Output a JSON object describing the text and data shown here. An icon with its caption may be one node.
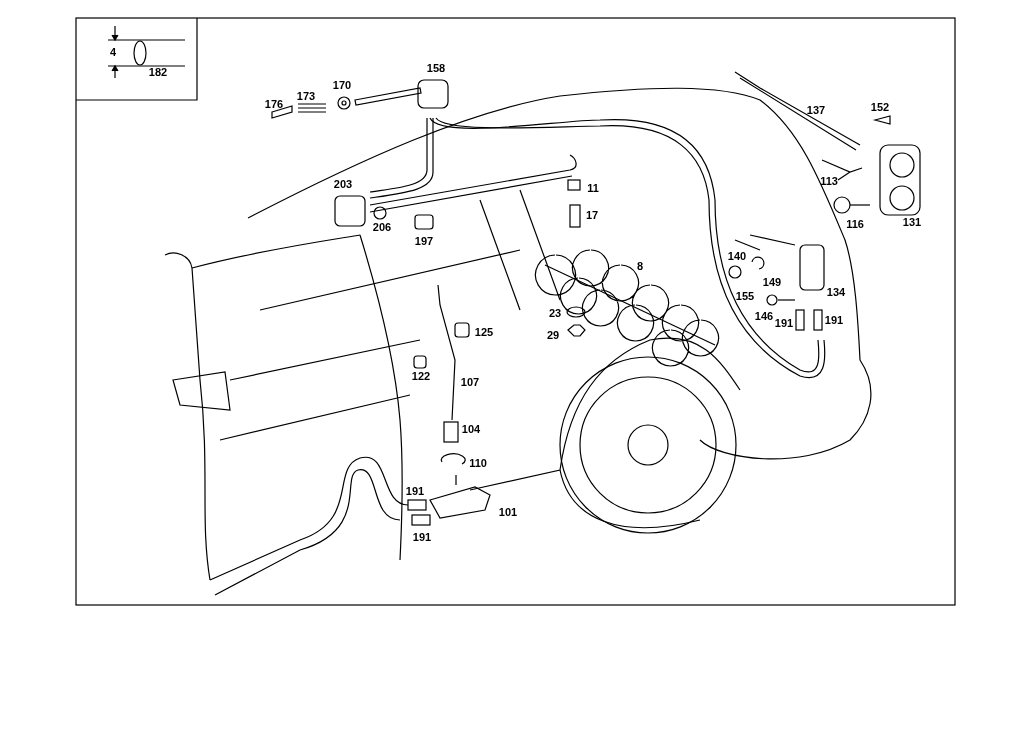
{
  "diagram": {
    "labels": [
      "4",
      "182",
      "158",
      "170",
      "173",
      "176",
      "137",
      "152",
      "203",
      "11",
      "113",
      "17",
      "206",
      "116",
      "131",
      "197",
      "8",
      "140",
      "149",
      "155",
      "134",
      "23",
      "146",
      "191",
      "191",
      "125",
      "29",
      "122",
      "107",
      "104",
      "110",
      "191",
      "101",
      "191"
    ]
  }
}
